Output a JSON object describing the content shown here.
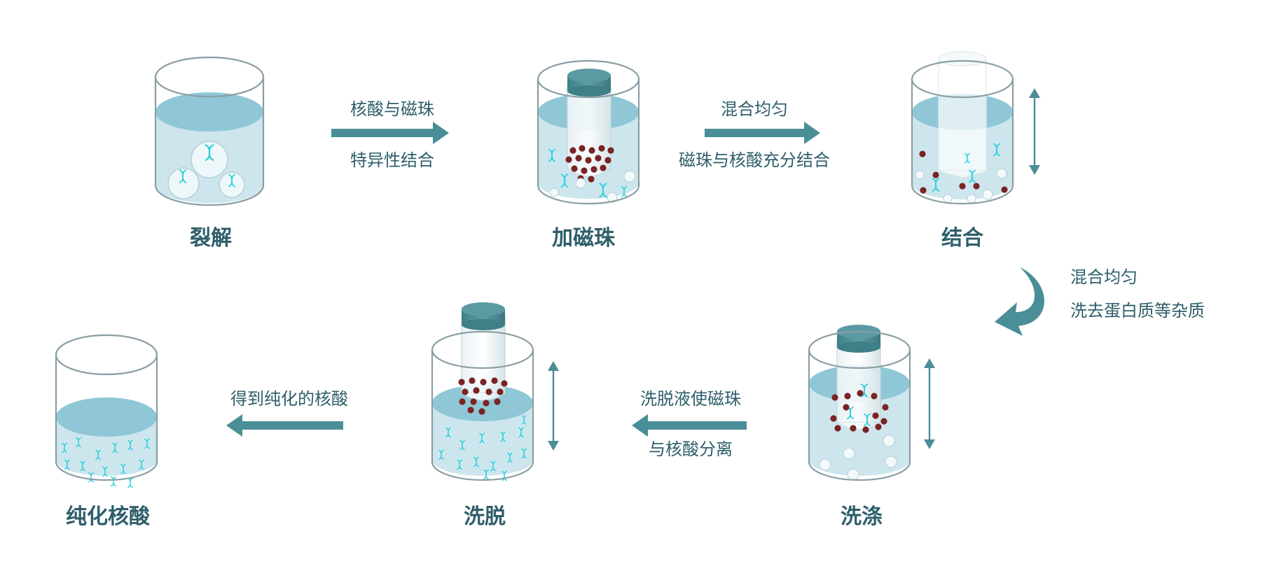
{
  "colors": {
    "liquid_top": "#8fc7d6",
    "liquid_body": "#cde6ee",
    "glass_stroke": "#8a9ea4",
    "arrow": "#4a8e97",
    "text": "#2e5e6a",
    "dna": "#2fd0dc",
    "bead": "#7a2424",
    "rod_cap": "#4f8f98"
  },
  "steps": {
    "lysis": {
      "label": "裂解"
    },
    "add_beads": {
      "label": "加磁珠"
    },
    "binding": {
      "label": "结合"
    },
    "washing": {
      "label": "洗涤"
    },
    "elution": {
      "label": "洗脱"
    },
    "purified": {
      "label": "纯化核酸"
    }
  },
  "arrows": {
    "a1": {
      "line1": "核酸与磁珠",
      "line2": "特异性结合"
    },
    "a2": {
      "line1": "混合均匀",
      "line2": "磁珠与核酸充分结合"
    },
    "a3": {
      "line1": "混合均匀",
      "line2": "洗去蛋白质等杂质"
    },
    "a4": {
      "line1": "洗脱液使磁珠",
      "line2": "与核酸分离"
    },
    "a5": {
      "line1": "得到纯化的核酸"
    }
  },
  "icons": {
    "dna": "dna-strand-icon",
    "bead": "magnetic-bead-icon",
    "rod": "magnetic-rod-icon",
    "arrow": "process-arrow-icon",
    "oscillation": "up-down-arrow-icon"
  }
}
